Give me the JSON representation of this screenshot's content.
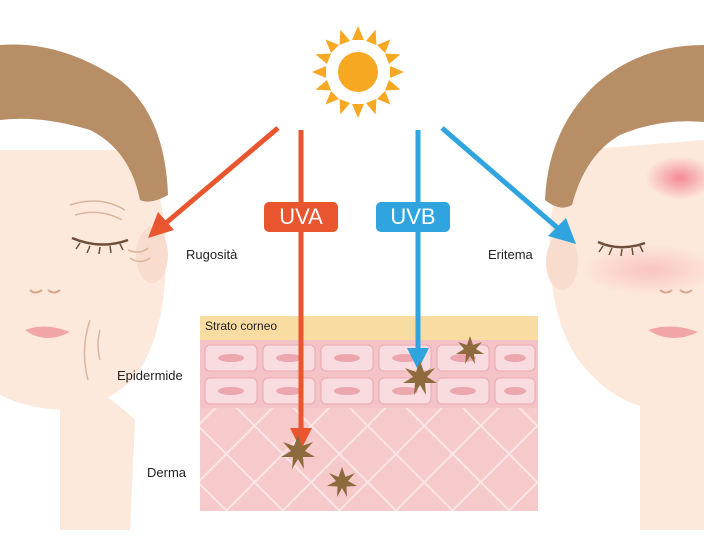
{
  "labels": {
    "uva": "UVA",
    "uvb": "UVB",
    "roughness": "Rugosità",
    "erythema": "Eritema",
    "stratum_corneum": "Strato corneo",
    "epidermis": "Epidermide",
    "dermis": "Derma"
  },
  "colors": {
    "uva": "#e8552f",
    "uvb": "#2fa4de",
    "sun": "#f7a823",
    "stratum_corneum": "#f8dca2",
    "epidermis": "#f4c3c7",
    "dermis": "#f6c9cb",
    "skin": "#fde9dc",
    "hair": "#b88e67",
    "damage": "#8d6b3c"
  },
  "icons": {
    "sun": "sun-icon",
    "damage": "star-burst-icon"
  }
}
